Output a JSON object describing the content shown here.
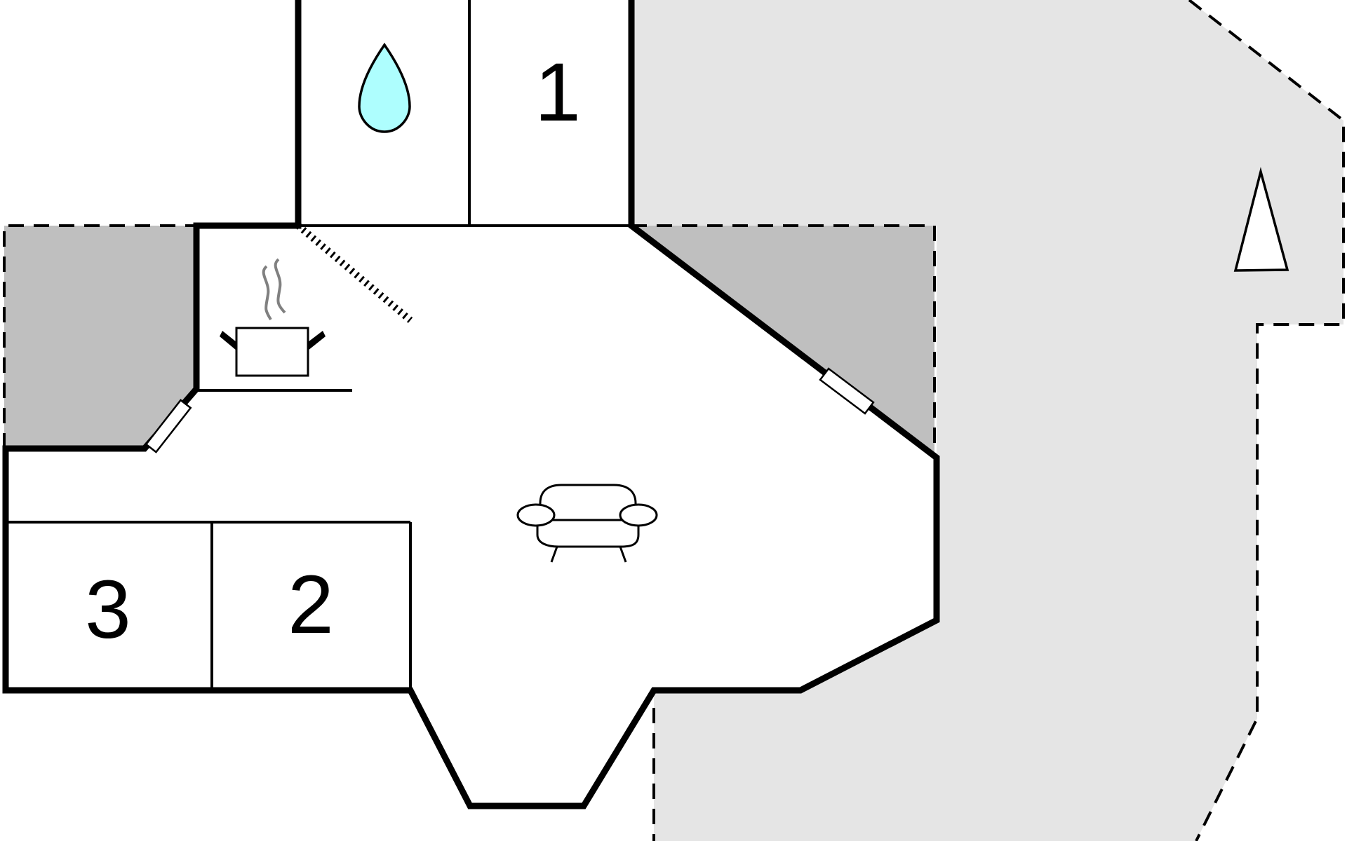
{
  "rooms": [
    {
      "id": "bedroom-1",
      "label": "1"
    },
    {
      "id": "bedroom-2",
      "label": "2"
    },
    {
      "id": "bedroom-3",
      "label": "3"
    }
  ],
  "icons": {
    "bathroom": "water-drop-icon",
    "kitchen": "cooking-pot-icon",
    "living": "sofa-icon",
    "outdoor": "tent-icon"
  },
  "colors": {
    "wall": "#000000",
    "room_fill": "#ffffff",
    "terrace": "#bfbfbf",
    "outdoor": "#e5e5e5",
    "water": "#aefefe",
    "steam": "#808080"
  }
}
